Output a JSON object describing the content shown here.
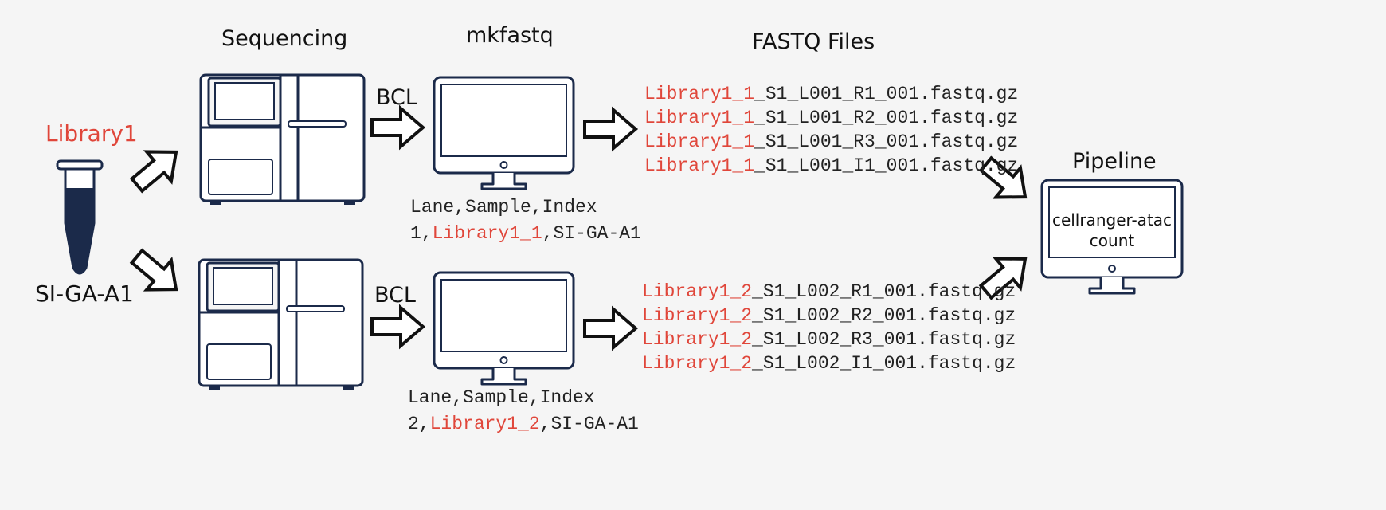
{
  "headings": {
    "sequencing": "Sequencing",
    "mkfastq": "mkfastq",
    "fastq_files": "FASTQ Files",
    "pipeline": "Pipeline"
  },
  "library": {
    "name": "Library1",
    "index": "SI-GA-A1"
  },
  "bcl_label": "BCL",
  "samplesheets": [
    {
      "header": "Lane,Sample,Index",
      "lane": "1,",
      "sample": "Library1_1",
      "index": ",SI-GA-A1"
    },
    {
      "header": "Lane,Sample,Index",
      "lane": "2,",
      "sample": "Library1_2",
      "index": ",SI-GA-A1"
    }
  ],
  "fastq_groups": [
    {
      "prefix": "Library1_1",
      "files": [
        "_S1_L001_R1_001.fastq.gz",
        "_S1_L001_R2_001.fastq.gz",
        "_S1_L001_R3_001.fastq.gz",
        "_S1_L001_I1_001.fastq.gz"
      ]
    },
    {
      "prefix": "Library1_2",
      "files": [
        "_S1_L002_R1_001.fastq.gz",
        "_S1_L002_R2_001.fastq.gz",
        "_S1_L002_R3_001.fastq.gz",
        "_S1_L002_I1_001.fastq.gz"
      ]
    }
  ],
  "pipeline_command": {
    "line1": "cellranger-atac",
    "line2": "count"
  },
  "colors": {
    "navy": "#1b2a4a",
    "accent_red": "#e0463a",
    "background": "#f5f5f5"
  }
}
